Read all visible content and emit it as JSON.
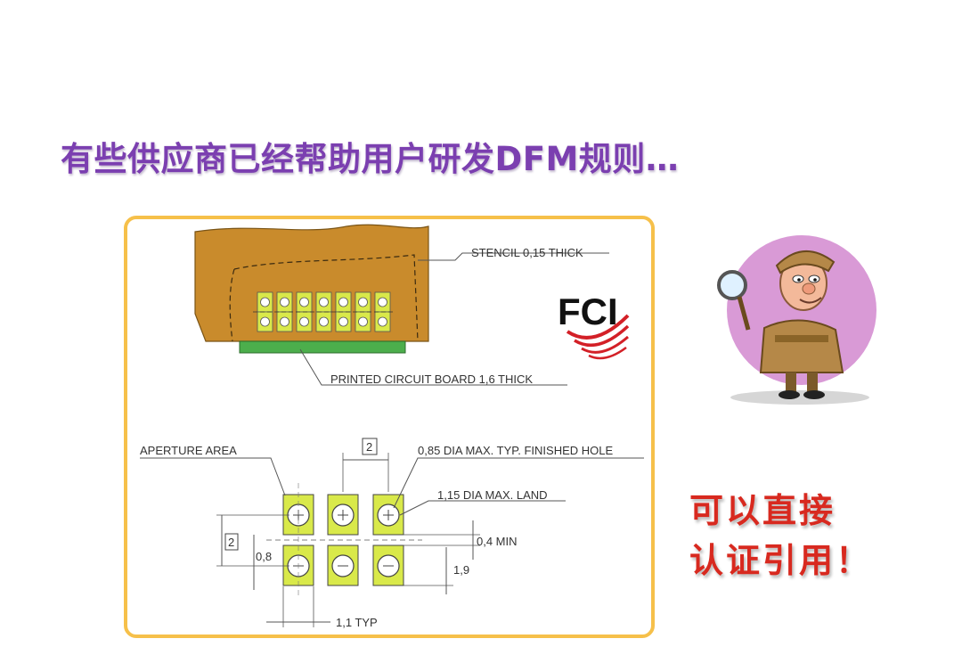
{
  "slide": {
    "title": "有些供应商已经帮助用户研发DFM规则…",
    "callout_line1": "可以直接",
    "callout_line2": "认证引用！"
  },
  "drawing": {
    "logo_text": "FCI",
    "labels": {
      "stencil": "STENCIL  0,15 THICK",
      "pcb": "PRINTED CIRCUIT BOARD 1,6 THICK",
      "aperture": "APERTURE AREA",
      "finished_hole": "0,85 DIA MAX. TYP. FINISHED HOLE",
      "land": "1,15 DIA MAX. LAND",
      "pitch_top": "2",
      "pitch_left": "2",
      "dim_08": "0,8",
      "dim_04": "0,4 MIN",
      "dim_19": "1,9",
      "dim_11": "1,1 TYP"
    }
  },
  "colors": {
    "title": "#7b3fb0",
    "callout": "#d8291f",
    "frame": "#f6c04a",
    "stencil": "#c98b2c",
    "pcb": "#4cae4c",
    "pad": "#d9e94a",
    "logo_red": "#d32027"
  }
}
